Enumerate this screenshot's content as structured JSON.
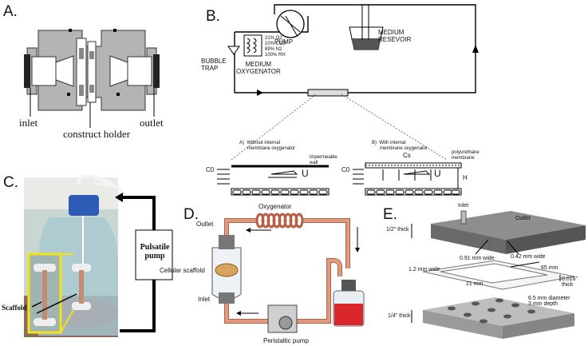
{
  "panels": {
    "A": {
      "letter": "A.",
      "labels": {
        "inlet": "inlet",
        "construct_holder": "construct holder",
        "outlet": "outlet"
      }
    },
    "B": {
      "letter": "B.",
      "labels": {
        "pump": "PUMP",
        "medium_reservoir": "MEDIUM\nRESEVOIR",
        "bubble_trap": "BUBBLE\nTRAP",
        "medium_oxygenator": "MEDIUM\nOXYGENATOR",
        "gas_mix": [
          "21% O2",
          "10% CO2",
          "69% N2",
          "100% RH"
        ],
        "sub_a": "A)  Without internal\n      membrane oxygenator",
        "sub_b": "B)  With internal\n      membrane oxygenator",
        "impermeable_wall": "impermeable\nwall",
        "polyurethane_membrane": "polyurethane\nmembrane",
        "c0_a": "C0",
        "c0_b": "C0",
        "cs": "Cs",
        "u_a": "U",
        "u_b": "U",
        "h": "H"
      }
    },
    "C": {
      "letter": "C.",
      "labels": {
        "pulsatile_pump": "Pulsatile\npump",
        "scaffold": "Scaffold"
      }
    },
    "D": {
      "letter": "D.",
      "labels": {
        "oxygenator": "Oxygenator",
        "outlet": "Outlet",
        "cellular_scaffold": "Cellular scaffold",
        "inlet": "Inlet",
        "peristaltic_pump": "Peristaltic pump"
      }
    },
    "E": {
      "letter": "E.",
      "labels": {
        "inlet": "Inlet",
        "outlet": "Outlet",
        "half_inch": "1/2\" thick",
        "w091": "0.91 mm wide",
        "w042": "0.42 mm wide",
        "w12": "1.2 mm wide",
        "mm65": "65 mm",
        "mm21": "21 mm",
        "thick0016": "0.016\" thick",
        "quarter_inch": "1/4\" thick",
        "diam": "6.5 mm diameter\n3 mm depth"
      }
    }
  },
  "colors": {
    "metal_gray": "#b4b4b4",
    "metal_dark": "#3a3a3a",
    "tube_orange": "#e29a7c",
    "tube_dark": "#b65f45",
    "medium_red": "#d8262b",
    "glass_blue": "#8fb7c9",
    "cap_blue": "#2d5bb6",
    "highlight_yellow": "#f2e317",
    "chip_gray": "#8e8e8e"
  }
}
